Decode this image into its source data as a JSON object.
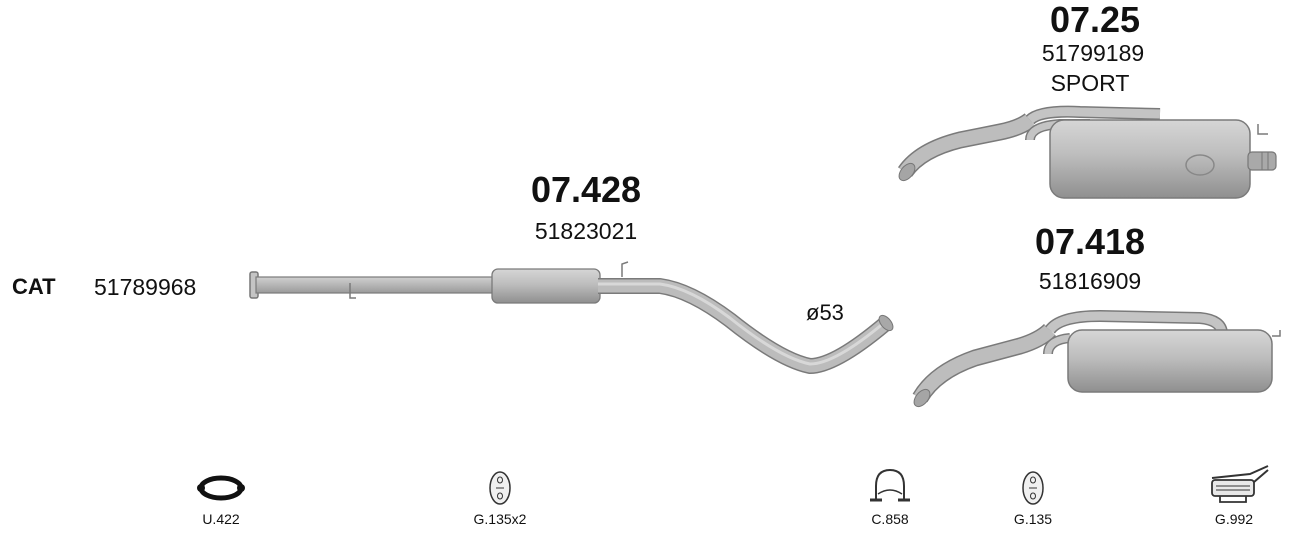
{
  "cat": {
    "label": "CAT",
    "part_number": "51789968"
  },
  "parts": [
    {
      "code": "07.428",
      "part_number": "51823021"
    },
    {
      "code": "07.25",
      "part_number": "51799189",
      "variant": "SPORT"
    },
    {
      "code": "07.418",
      "part_number": "51816909"
    }
  ],
  "diameter_label": "ø53",
  "fittings": [
    {
      "code": "U.422",
      "icon": "gasket-ring-icon"
    },
    {
      "code": "G.135x2",
      "icon": "rubber-hanger-icon"
    },
    {
      "code": "C.858",
      "icon": "u-bolt-clamp-icon"
    },
    {
      "code": "G.135",
      "icon": "rubber-hanger-icon"
    },
    {
      "code": "G.992",
      "icon": "bracket-icon"
    }
  ],
  "colors": {
    "pipe_fill": "#b9b9b9",
    "pipe_stroke": "#7a7a7a",
    "text": "#111111"
  }
}
